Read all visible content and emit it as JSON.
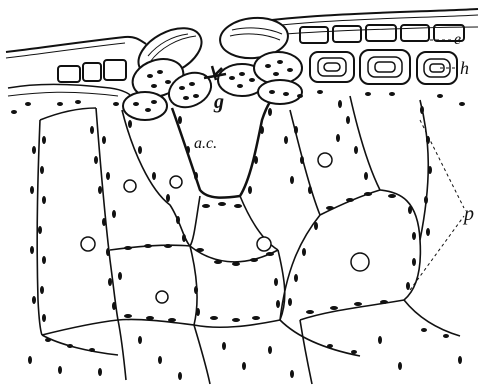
{
  "figure": {
    "labels": {
      "e": "e",
      "h": "h",
      "g": "g",
      "ac": "a.c.",
      "p": "p"
    },
    "colors": {
      "ink": "#111111",
      "paper": "#ffffff"
    }
  }
}
